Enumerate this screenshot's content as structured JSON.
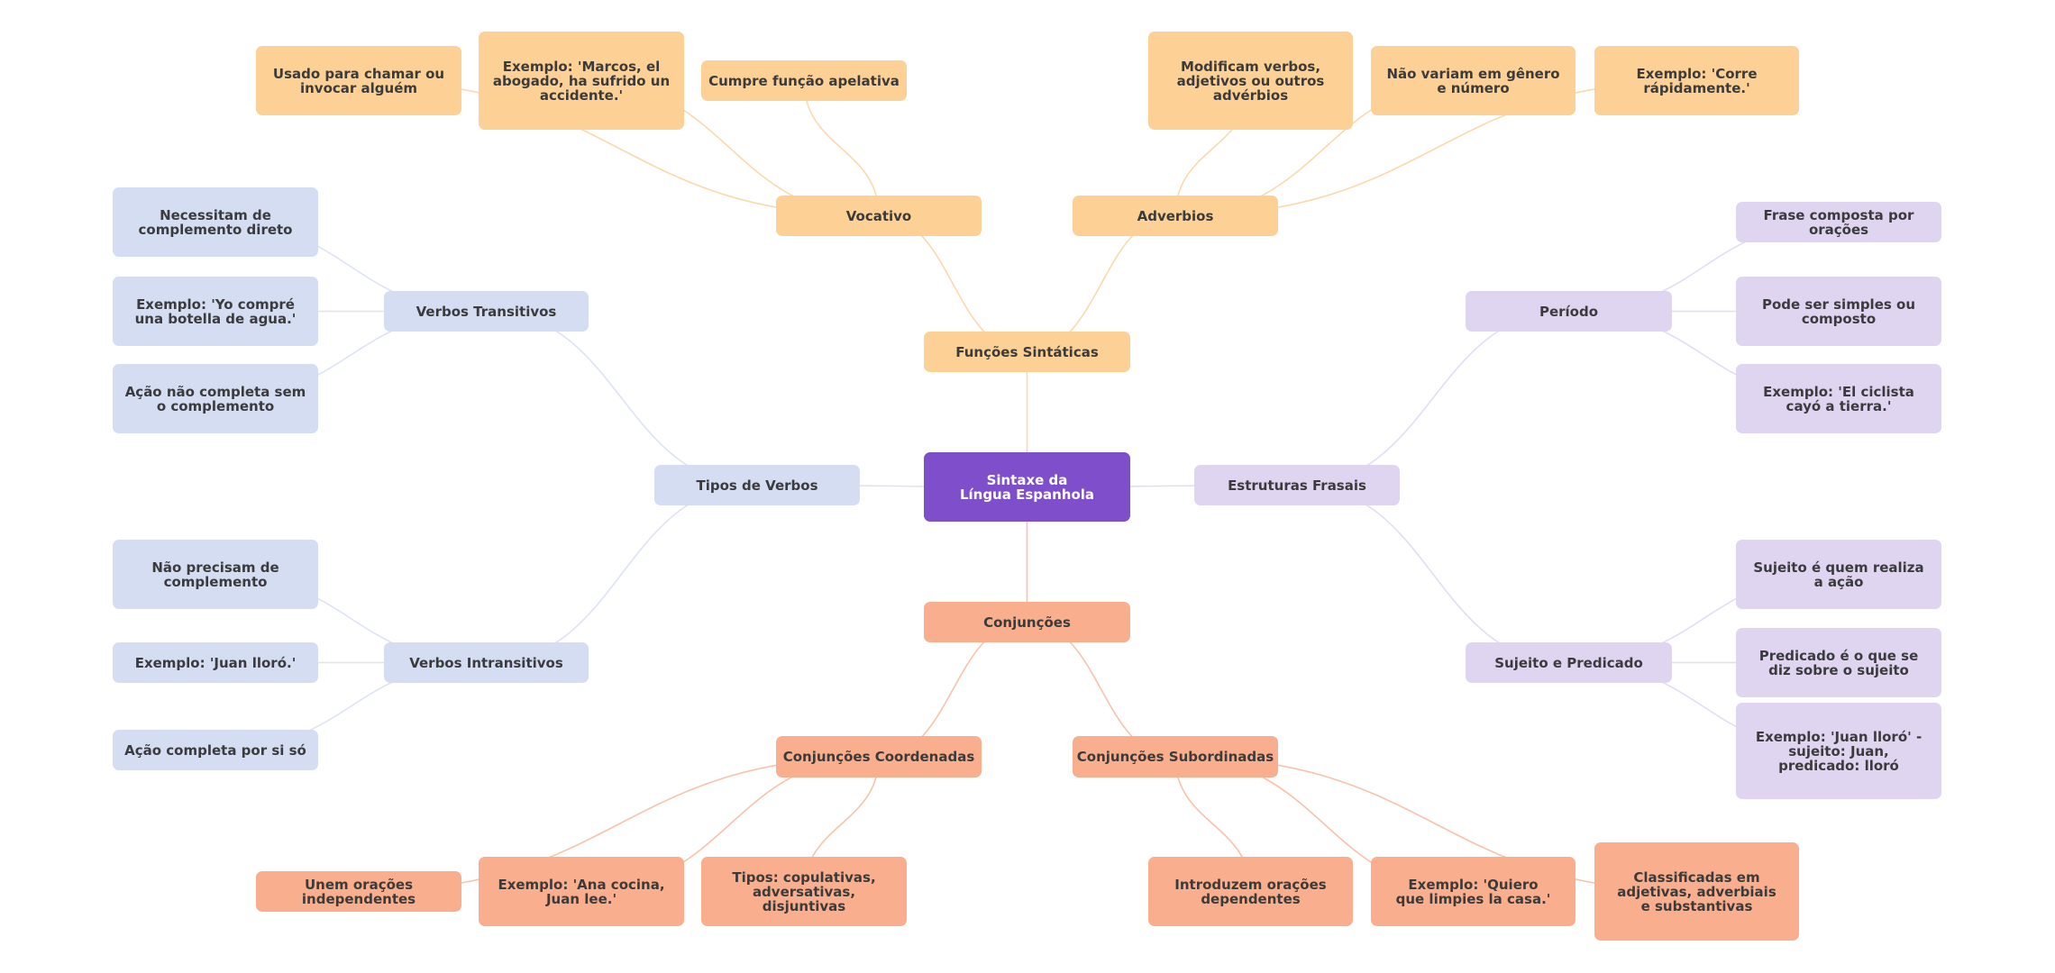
{
  "title": "Sintaxe da Língua Espanhola",
  "colors": {
    "root": "#7f4fcb",
    "funcoes": "#fdd196",
    "conjuncoes": "#f9ae8e",
    "verbos": "#d5ddf2",
    "estruturas": "#dfd5f1",
    "edge_funcoes": "#fbd9ae",
    "edge_conjuncoes": "#f8c2aa",
    "edge_verbos": "#dde3f4",
    "edge_estruturas": "#e4dcf4"
  },
  "nodes": {
    "root": "Sintaxe da Língua Espanhola",
    "funcoes": "Funções Sintáticas",
    "vocativo": "Vocativo",
    "vocativo_1": "Usado para chamar ou invocar alguém",
    "vocativo_2": "Exemplo: 'Marcos, el abogado, ha sufrido un accidente.'",
    "vocativo_3": "Cumpre função apelativa",
    "adverbios": "Adverbios",
    "adverbios_1": "Modificam verbos, adjetivos ou outros advérbios",
    "adverbios_2": "Não variam em gênero e número",
    "adverbios_3": "Exemplo: 'Corre rápidamente.'",
    "tipos_verbos": "Tipos de Verbos",
    "transitivos": "Verbos Transitivos",
    "transitivos_1": "Necessitam de complemento direto",
    "transitivos_2": "Exemplo: 'Yo compré una botella de agua.'",
    "transitivos_3": "Ação não completa sem o complemento",
    "intransitivos": "Verbos Intransitivos",
    "intransitivos_1": "Não precisam de complemento",
    "intransitivos_2": "Exemplo: 'Juan lloró.'",
    "intransitivos_3": "Ação completa por si só",
    "estruturas": "Estruturas Frasais",
    "periodo": "Período",
    "periodo_1": "Frase composta por orações",
    "periodo_2": "Pode ser simples ou composto",
    "periodo_3": "Exemplo: 'El ciclista cayó a tierra.'",
    "sujpred": "Sujeito e Predicado",
    "sujpred_1": "Sujeito é quem realiza a ação",
    "sujpred_2": "Predicado é o que se diz sobre o sujeito",
    "sujpred_3": "Exemplo: 'Juan lloró' - sujeito: Juan, predicado: lloró",
    "conjuncoes": "Conjunções",
    "coordenadas": "Conjunções Coordenadas",
    "coordenadas_1": "Unem orações independentes",
    "coordenadas_2": "Exemplo: 'Ana cocina, Juan lee.'",
    "coordenadas_3": "Tipos: copulativas, adversativas, disjuntivas",
    "subordinadas": "Conjunções Subordinadas",
    "subordinadas_1": "Introduzem orações dependentes",
    "subordinadas_2": "Exemplo: 'Quiero que limpies la casa.'",
    "subordinadas_3": "Classificadas em adjetivas, adverbiais e substantivas"
  }
}
